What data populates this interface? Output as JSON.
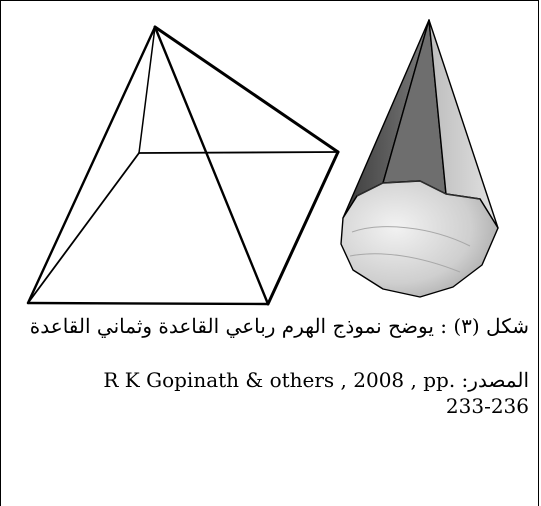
{
  "caption": {
    "text": "شكل (٣) : يوضح نموذج الهرم رباعي القاعدة وثماني القاعدة"
  },
  "source": {
    "label": "المصدر:",
    "line1": "R K Gopinath & others  , 2008 , pp.",
    "line2": "233-236"
  },
  "colors": {
    "outline": "#000000",
    "octagonal_dark": "#4a4a4a",
    "octagonal_light": "#d6d6d6"
  }
}
